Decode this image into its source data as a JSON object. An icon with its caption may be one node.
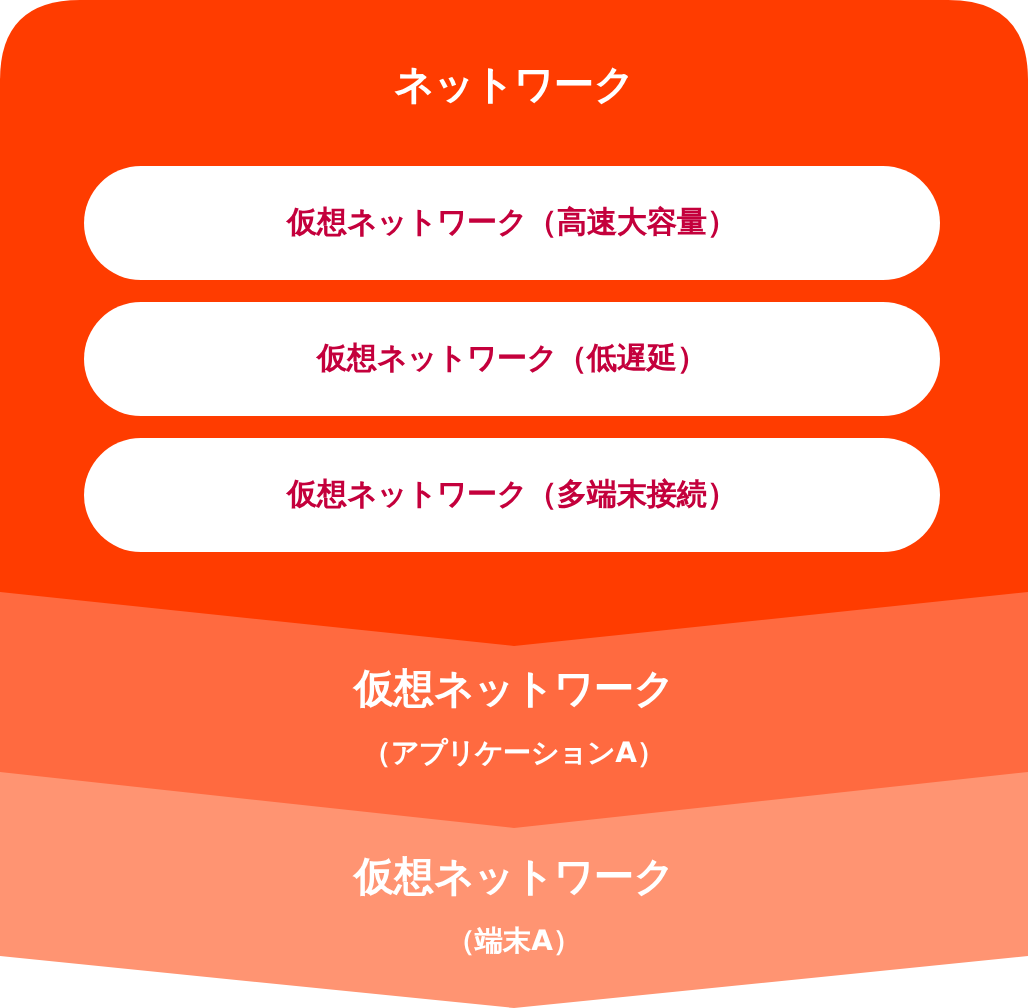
{
  "diagram": {
    "nodes": [
      {
        "text": [
          "ネットワーク"
        ]
      },
      {
        "text": [
          "仮想ネットワーク（高速大容量）"
        ],
        "in": 0
      },
      {
        "text": [
          "仮想ネットワーク（低遅延）"
        ],
        "in": 0
      },
      {
        "text": [
          "仮想ネットワーク（多端末接続）"
        ],
        "in": 0
      },
      {
        "text": [
          "仮想ネットワーク",
          "（アプリケーションA）"
        ]
      },
      {
        "text": [
          "仮想ネットワーク",
          "（端末A）"
        ]
      }
    ],
    "edges": []
  }
}
